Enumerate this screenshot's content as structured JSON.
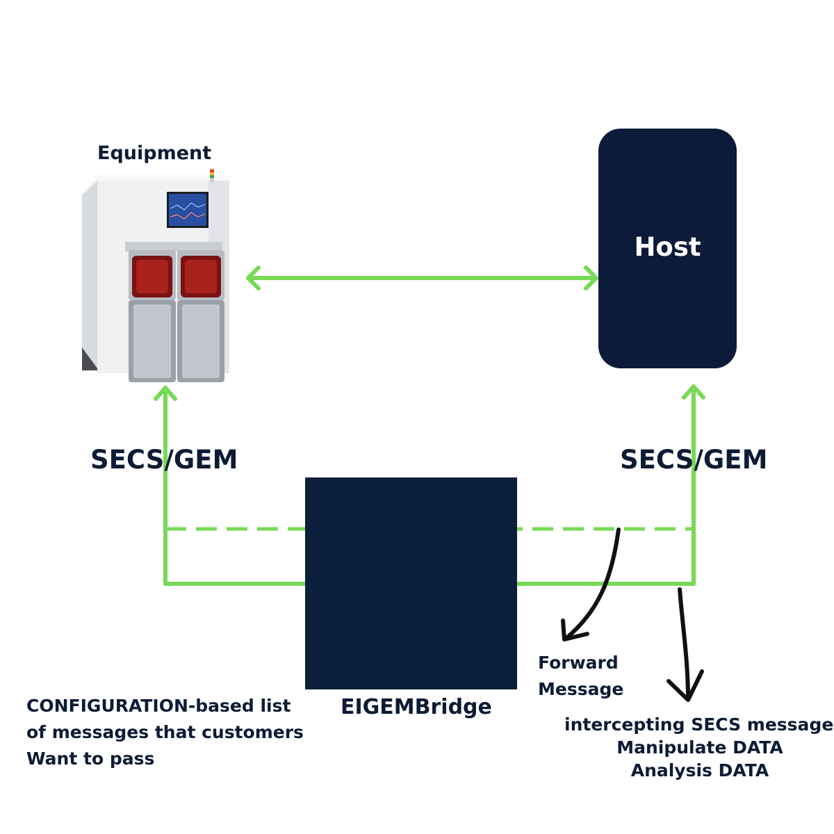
{
  "diagram": {
    "equipment_label": "Equipment",
    "host_label": "Host",
    "secs_left": "SECS/GEM",
    "secs_right": "SECS/GEM",
    "bridge_label": "EIGEMBridge",
    "forward_label": [
      "Forward",
      "Message"
    ],
    "config_label": [
      "CONFIGURATION-based list",
      "of messages that customers",
      "Want to pass"
    ],
    "intercept_label": [
      "intercepting SECS messages",
      "Manipulate DATA",
      "Analysis DATA"
    ]
  },
  "colors": {
    "connector_green": "#78d957",
    "dark_navy": "#0c1b3a",
    "text_navy": "#0d1b35",
    "annotation_black": "#111111"
  },
  "icons": {
    "equipment_picture": "semiconductor-equipment-machine"
  }
}
